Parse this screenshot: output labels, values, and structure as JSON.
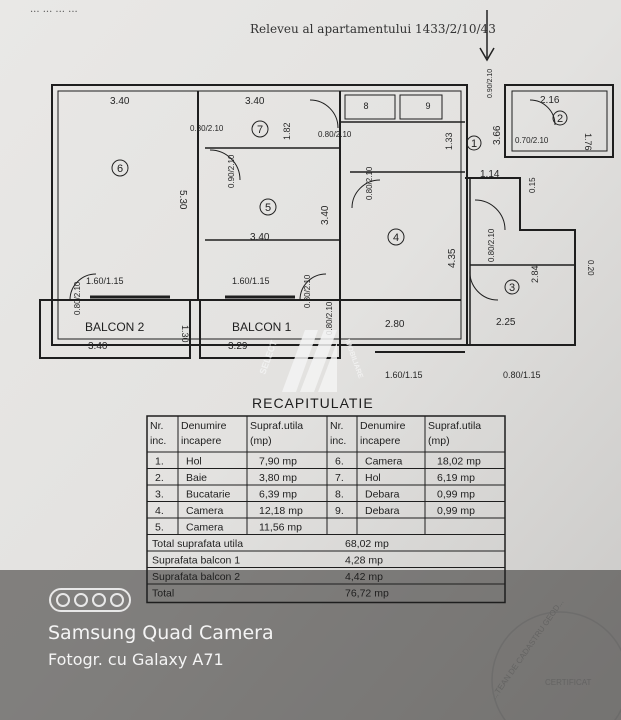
{
  "header": {
    "title": "Releveu al apartamentului 1433/2/10/43",
    "top_left_fragment": "... ... ... ..."
  },
  "plan": {
    "rooms": [
      "1",
      "2",
      "3",
      "4",
      "5",
      "6",
      "7",
      "8",
      "9"
    ],
    "balconies": [
      "BALCON 2",
      "BALCON 1"
    ],
    "dimensions": [
      "3.40",
      "3.40",
      "0.80/2.10",
      "1.82",
      "0.80/2.10",
      "0.90/2.10",
      "2.16",
      "1.76",
      "3.66",
      "0.70/2.10",
      "5.30",
      "0.90/2.10",
      "0.80/2.10",
      "3.40",
      "1.33",
      "1.14",
      "0.15",
      "0.80/2.10",
      "4.35",
      "2.84",
      "0.20",
      "3.40",
      "1.60/1.15",
      "1.60/1.15",
      "0.80/2.10",
      "0.80/2.10",
      "0.80/2.10",
      "2.80",
      "2.25",
      "1.30",
      "3.40",
      "3.29",
      "1.60/1.15",
      "0.80/1.15"
    ]
  },
  "watermark": {
    "left": "SELECT",
    "right": "IMOBILIARE"
  },
  "recap": {
    "title": "RECAPITULATIE",
    "headers": [
      "Nr. inc.",
      "Denumire incapere",
      "Supraf.utila (mp)",
      "Nr. inc.",
      "Denumire incapere",
      "Supraf.utila (mp)"
    ],
    "rows": [
      [
        "1.",
        "Hol",
        "7,90 mp",
        "6.",
        "Camera",
        "18,02 mp"
      ],
      [
        "2.",
        "Baie",
        "3,80 mp",
        "7.",
        "Hol",
        "6,19 mp"
      ],
      [
        "3.",
        "Bucatarie",
        "6,39 mp",
        "8.",
        "Debara",
        "0,99 mp"
      ],
      [
        "4.",
        "Camera",
        "12,18 mp",
        "9.",
        "Debara",
        "0,99 mp"
      ],
      [
        "5.",
        "Camera",
        "11,56 mp",
        "",
        "",
        ""
      ]
    ],
    "totals": [
      [
        "Total suprafata utila",
        "68,02 mp"
      ],
      [
        "Suprafata balcon 1",
        "4,28 mp"
      ],
      [
        "Suprafata balcon 2",
        "4,42 mp"
      ],
      [
        "Total",
        "76,72 mp"
      ]
    ]
  },
  "stamp": {
    "text": "...TEAN DE CADASTRU GEOD...",
    "line": "CERTIFICAT"
  },
  "photo_caption": {
    "line1": "Samsung Quad Camera",
    "line2": "Fotogr. cu Galaxy A71"
  }
}
